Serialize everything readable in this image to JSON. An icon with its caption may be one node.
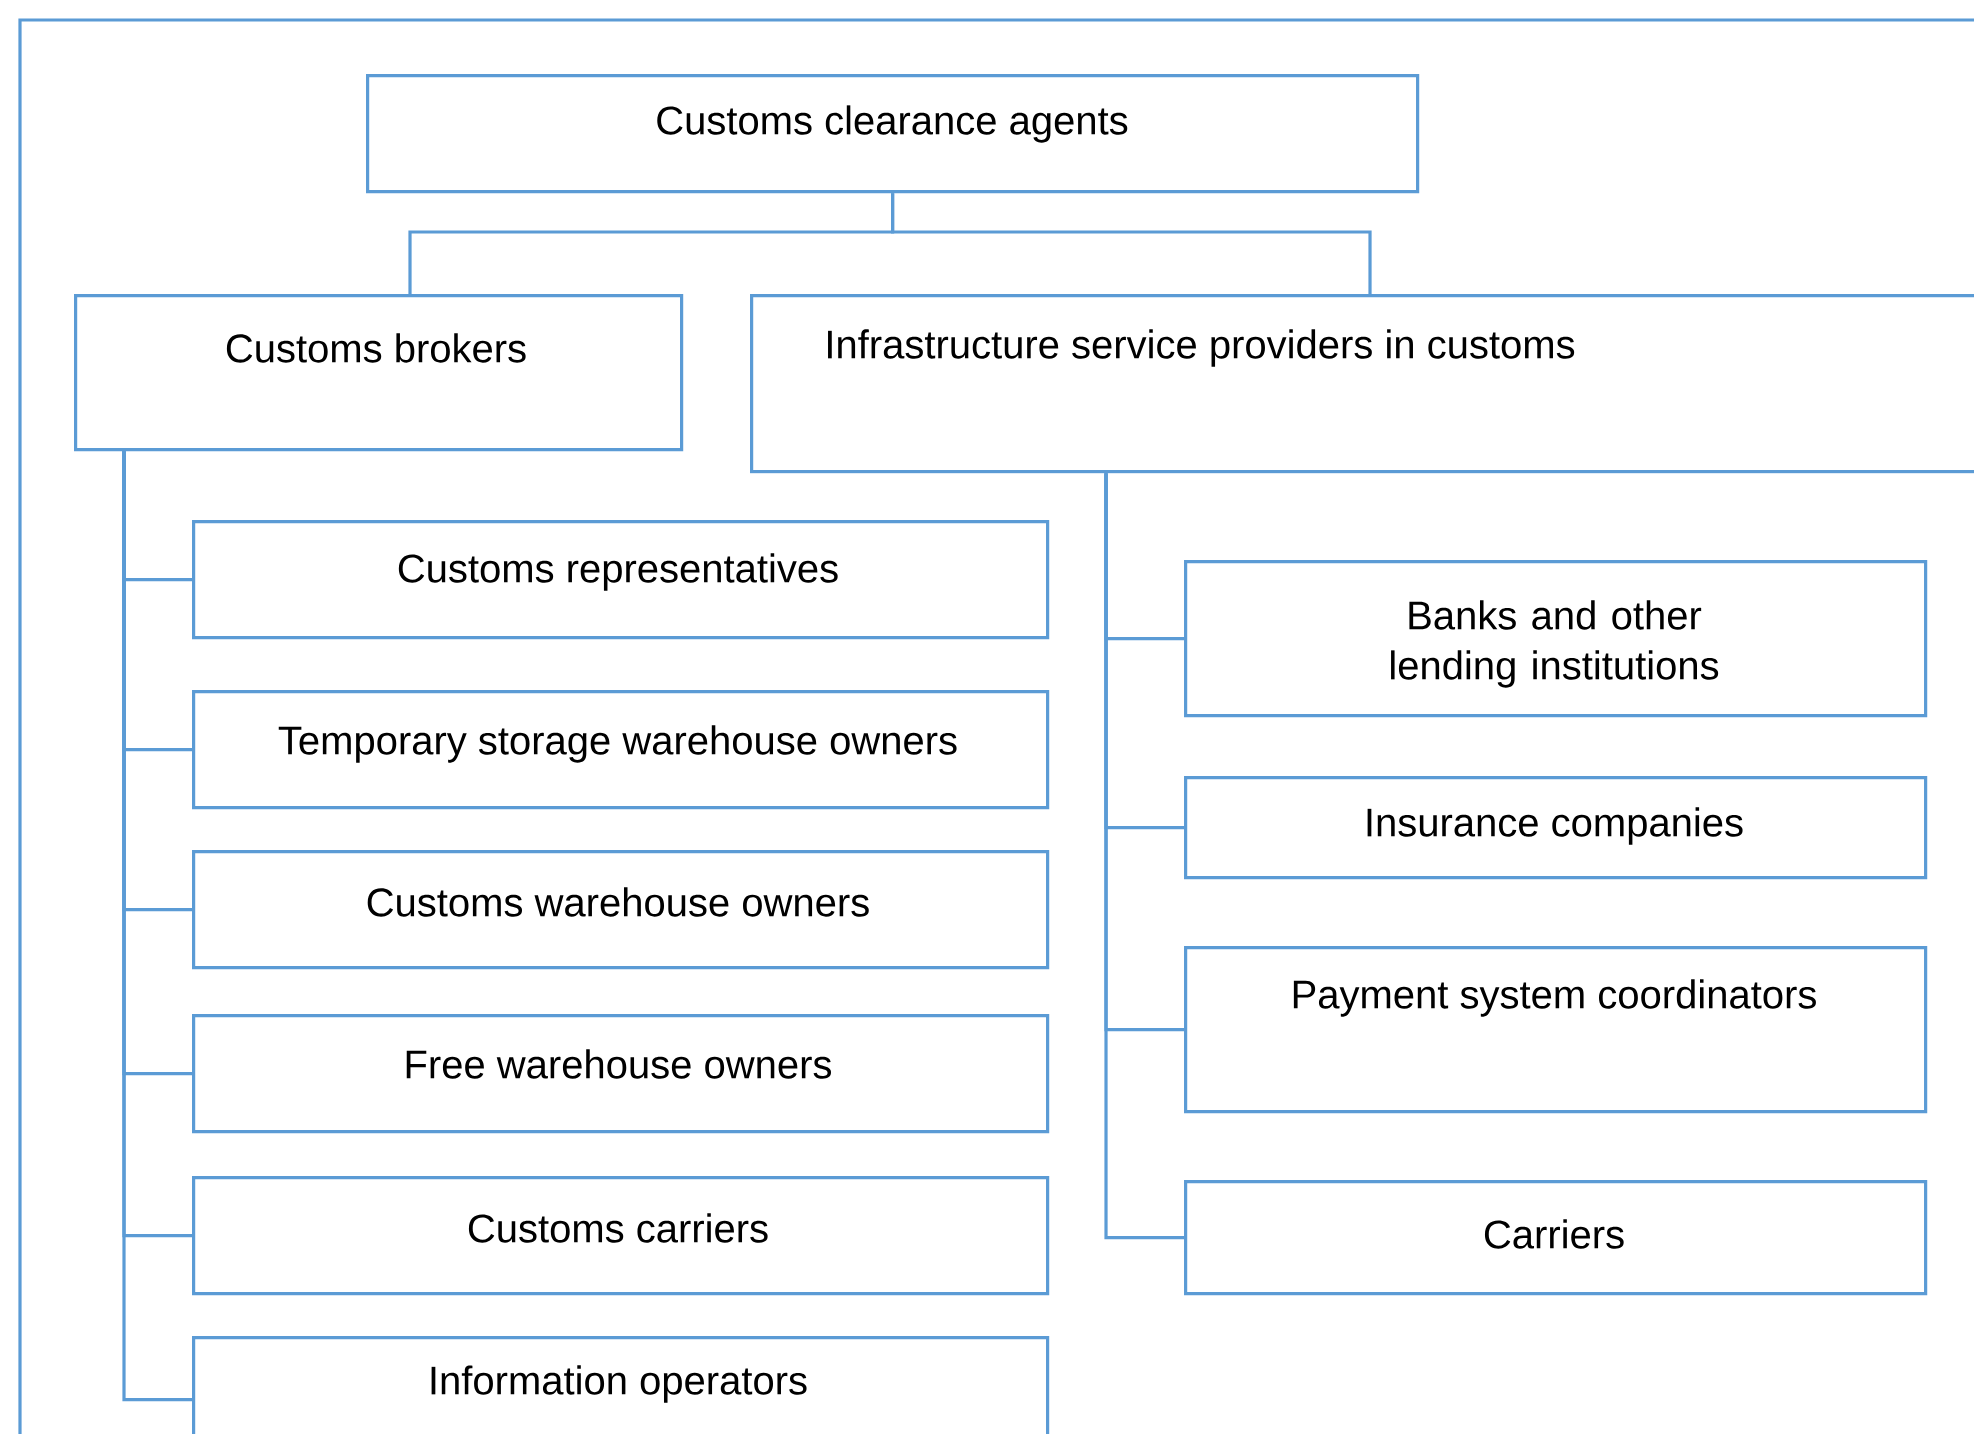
{
  "diagram": {
    "nodes": [
      {
        "text": [
          "Customs clearance agents"
        ]
      },
      {
        "text": [
          "Customs brokers"
        ]
      },
      {
        "text": [
          "Infrastructure service providers in customs"
        ]
      },
      {
        "text": [
          "Customs representatives"
        ]
      },
      {
        "text": [
          "Temporary storage warehouse owners"
        ]
      },
      {
        "text": [
          "Customs warehouse owners"
        ]
      },
      {
        "text": [
          "Free warehouse owners"
        ]
      },
      {
        "text": [
          "Customs carriers"
        ]
      },
      {
        "text": [
          "Information operators"
        ]
      },
      {
        "text": [
          "Banks and other lending institutions"
        ]
      },
      {
        "text": [
          "Insurance companies"
        ]
      },
      {
        "text": [
          "Payment system coordinators"
        ]
      },
      {
        "text": [
          "Carriers"
        ]
      }
    ],
    "edges": [
      {
        "from": 0,
        "to": 1,
        "arrow": "none"
      },
      {
        "from": 0,
        "to": 2,
        "arrow": "none"
      },
      {
        "from": 1,
        "to": 3,
        "arrow": "none"
      },
      {
        "from": 1,
        "to": 4,
        "arrow": "none"
      },
      {
        "from": 1,
        "to": 5,
        "arrow": "none"
      },
      {
        "from": 1,
        "to": 6,
        "arrow": "none"
      },
      {
        "from": 1,
        "to": 7,
        "arrow": "none"
      },
      {
        "from": 1,
        "to": 8,
        "arrow": "none"
      },
      {
        "from": 2,
        "to": 9,
        "arrow": "none"
      },
      {
        "from": 2,
        "to": 10,
        "arrow": "none"
      },
      {
        "from": 2,
        "to": 11,
        "arrow": "none"
      },
      {
        "from": 2,
        "to": 12,
        "arrow": "none"
      }
    ]
  }
}
